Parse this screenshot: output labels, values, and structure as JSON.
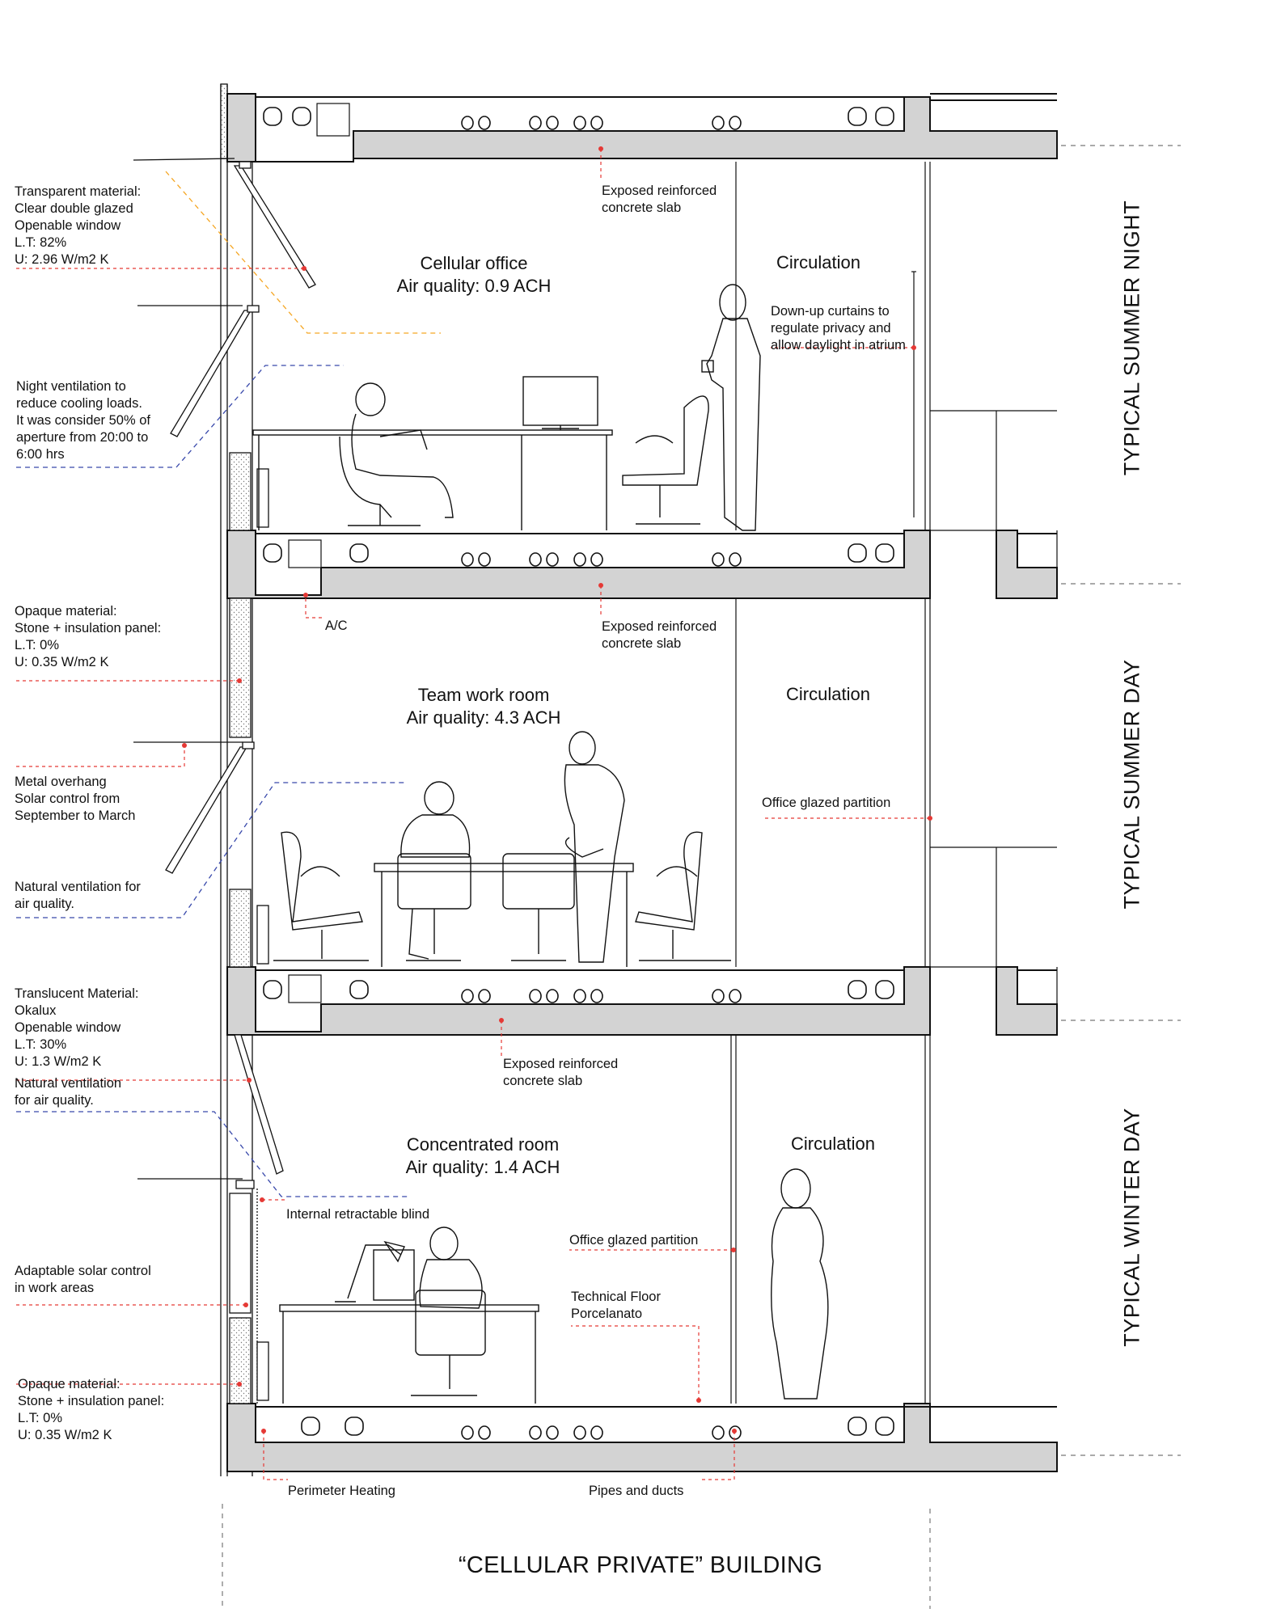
{
  "title": "“CELLULAR PRIVATE” BUILDING",
  "seasons": [
    "TYPICAL SUMMER NIGHT",
    "TYPICAL SUMMER DAY",
    "TYPICAL WINTER DAY"
  ],
  "rooms": [
    {
      "name": "Cellular office",
      "air": "Air quality: 0.9 ACH"
    },
    {
      "name": "Team work room",
      "air": "Air quality: 4.3 ACH"
    },
    {
      "name": "Concentrated room",
      "air": "Air quality: 1.4 ACH"
    }
  ],
  "circulation": [
    "Circulation",
    "Circulation",
    "Circulation"
  ],
  "left_labels": {
    "transparent": [
      "Transparent material:",
      "Clear double glazed",
      "Openable window",
      "L.T: 82%",
      "U: 2.96 W/m2 K"
    ],
    "night_vent": [
      "Night ventilation to",
      "reduce cooling loads.",
      "It was consider 50% of",
      "aperture from 20:00 to",
      "6:00 hrs"
    ],
    "opaque1": [
      "Opaque material:",
      "Stone + insulation panel:",
      "L.T: 0%",
      "U: 0.35 W/m2 K"
    ],
    "overhang": [
      "Metal overhang",
      "Solar control from",
      "September to March"
    ],
    "natural1": [
      "Natural ventilation for",
      "air quality."
    ],
    "translucent": [
      "Translucent Material:",
      "Okalux",
      "Openable window",
      "L.T: 30%",
      "U: 1.3 W/m2 K"
    ],
    "natural2": [
      "Natural ventilation",
      "for air quality."
    ],
    "adaptable": [
      "Adaptable solar control",
      "in work areas"
    ],
    "opaque2": [
      "Opaque material:",
      "Stone + insulation panel:",
      "L.T: 0%",
      "U: 0.35 W/m2 K"
    ]
  },
  "inner_labels": {
    "slab1": [
      "Exposed reinforced",
      "concrete slab"
    ],
    "curtains": [
      "Down-up curtains to",
      "regulate privacy and",
      "allow daylight in atrium"
    ],
    "ac": "A/C",
    "slab2": [
      "Exposed reinforced",
      "concrete slab"
    ],
    "partition1": "Office glazed partition",
    "slab3": [
      "Exposed reinforced",
      "concrete slab"
    ],
    "blind": "Internal retractable blind",
    "partition2": "Office glazed partition",
    "tech_floor": [
      "Technical Floor",
      "Porcelanato"
    ],
    "heating": "Perimeter Heating",
    "pipes": "Pipes and ducts"
  },
  "colors": {
    "callout": "#e53935",
    "night_air": "#3949ab",
    "warm_air": "#f5a623",
    "slab": "#d3d3d3",
    "line": "#111111"
  }
}
